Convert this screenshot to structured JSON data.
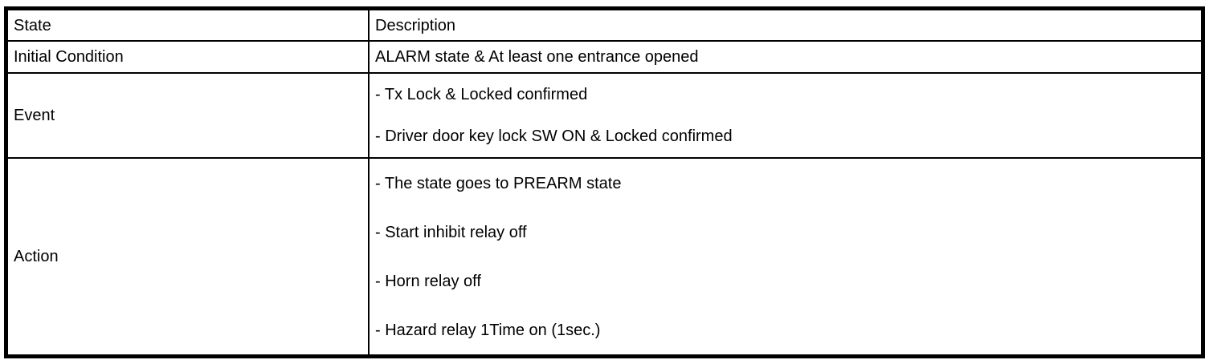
{
  "colors": {
    "ink": "#000000",
    "paper": "#ffffff"
  },
  "table": {
    "columns": [
      "State",
      "Description"
    ],
    "rows": [
      {
        "state": "Initial Condition",
        "description": [
          "ALARM state & At least one entrance opened"
        ]
      },
      {
        "state": "Event",
        "description": [
          "- Tx Lock & Locked confirmed",
          "- Driver door key lock SW ON & Locked confirmed"
        ]
      },
      {
        "state": "Action",
        "description": [
          "- The state goes to PREARM state",
          "- Start inhibit relay off",
          "- Horn relay off",
          "- Hazard relay 1Time on (1sec.)"
        ]
      }
    ]
  }
}
